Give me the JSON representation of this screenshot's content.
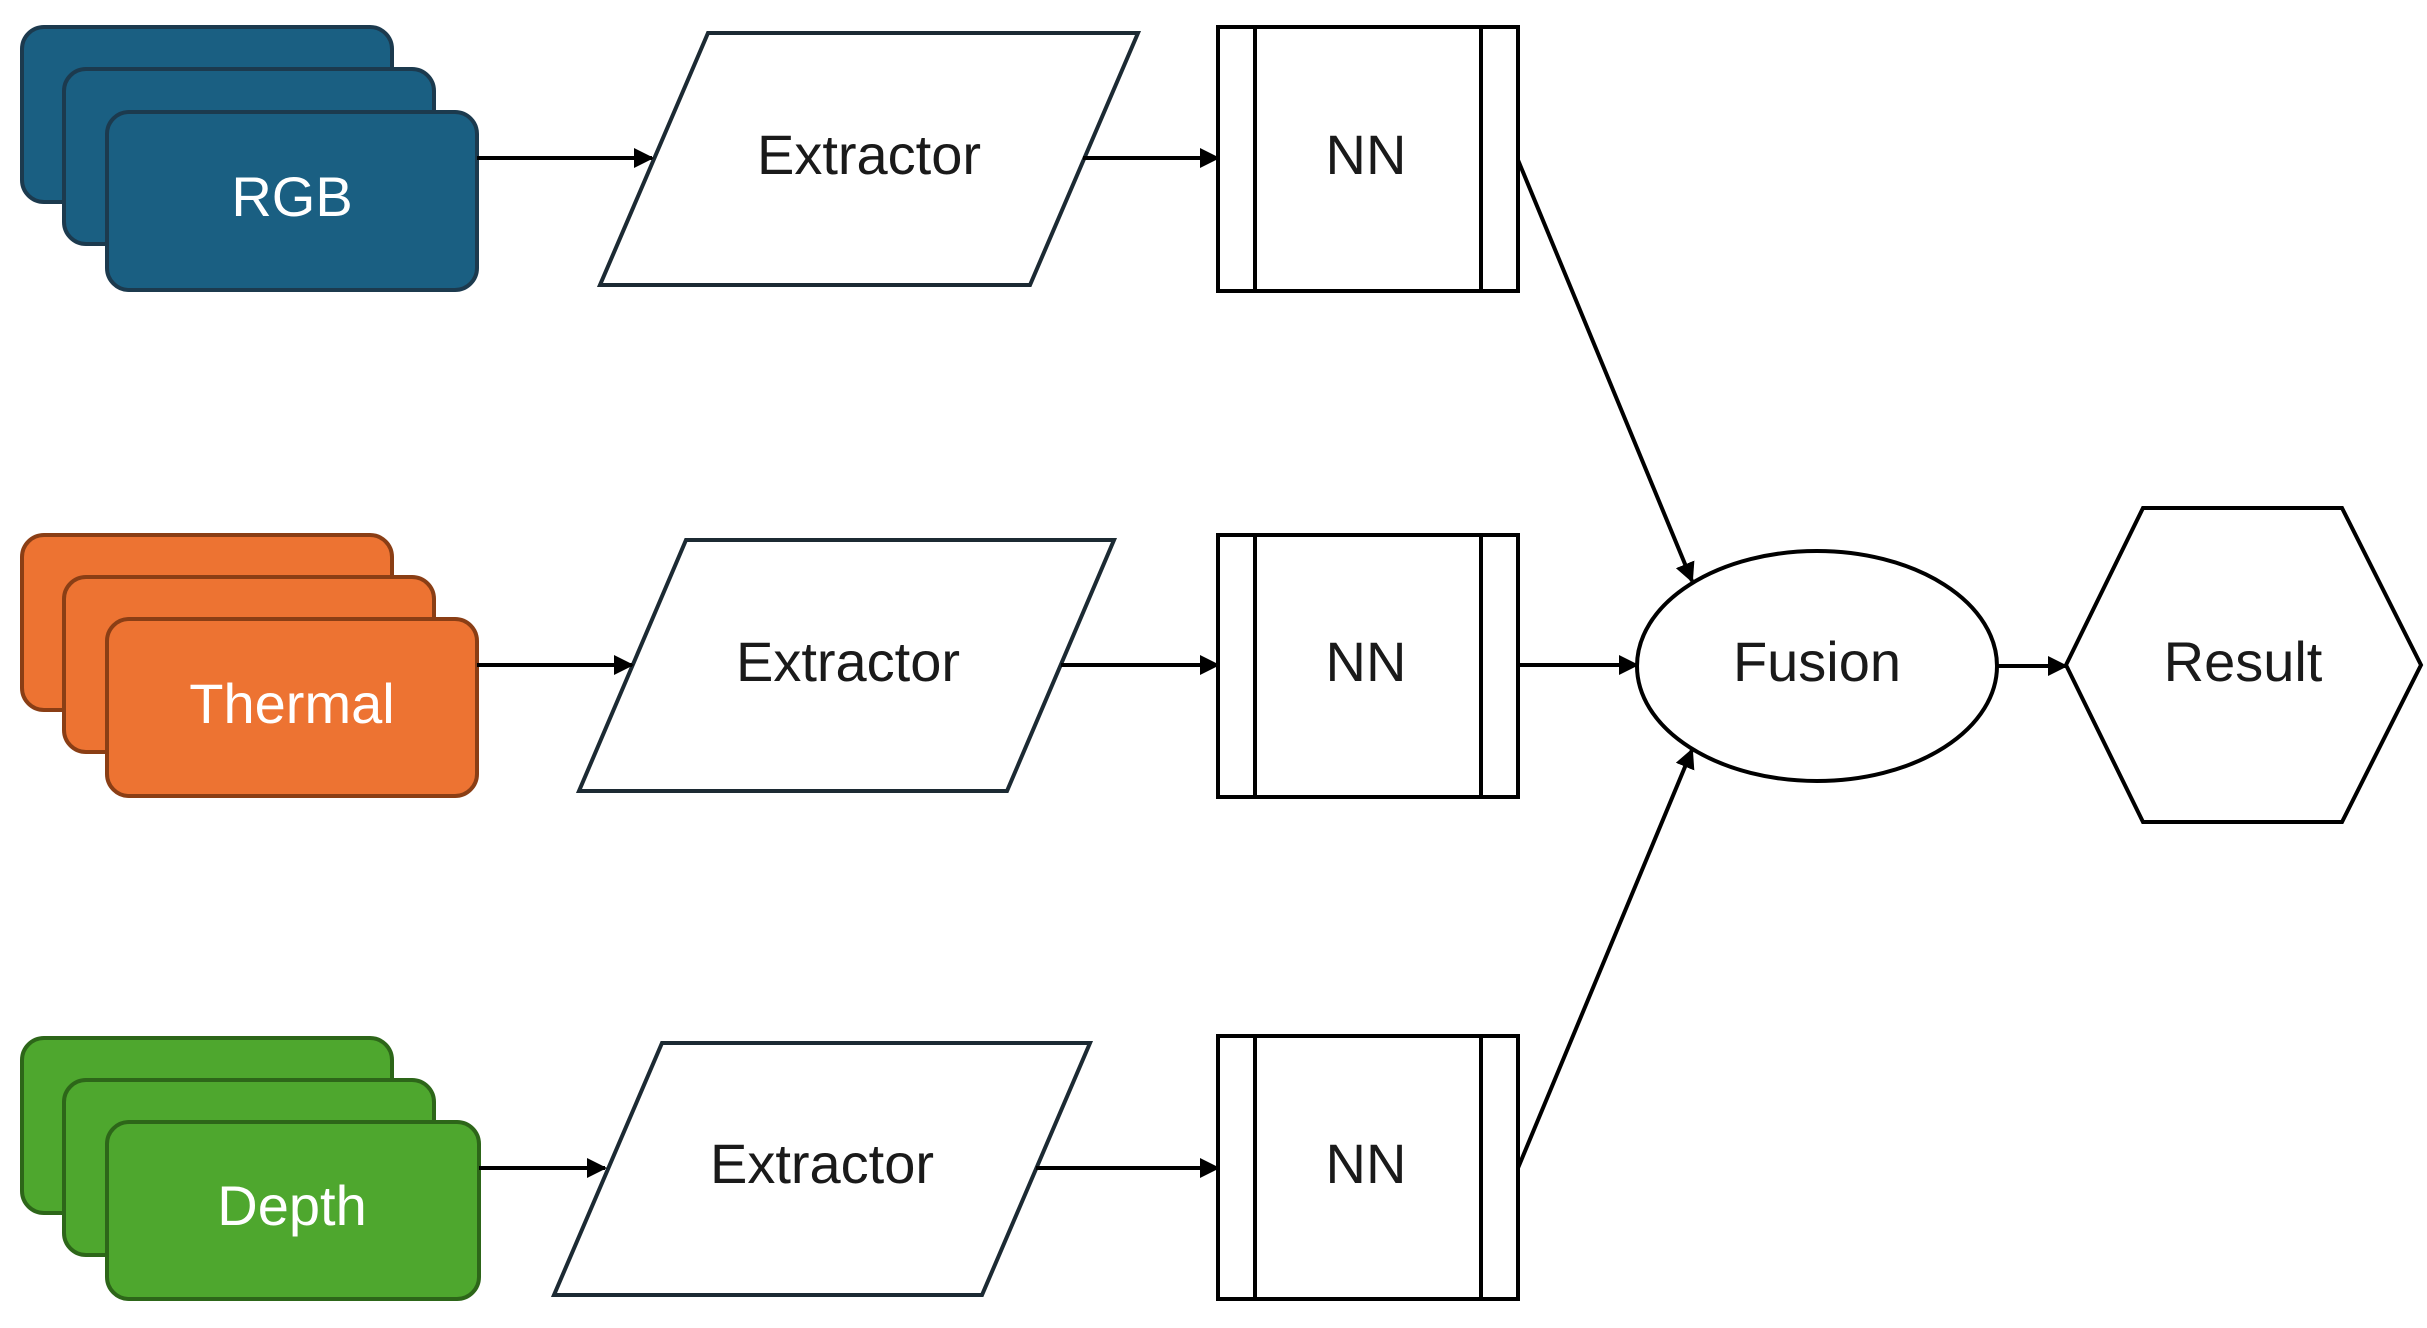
{
  "inputs": [
    {
      "label": "RGB",
      "color": "#1a5f82"
    },
    {
      "label": "Thermal",
      "color": "#ed7332"
    },
    {
      "label": "Depth",
      "color": "#4ea72e"
    }
  ],
  "extractors": [
    {
      "label": "Extractor"
    },
    {
      "label": "Extractor"
    },
    {
      "label": "Extractor"
    }
  ],
  "networks": [
    {
      "label": "NN"
    },
    {
      "label": "NN"
    },
    {
      "label": "NN"
    }
  ],
  "fusion": {
    "label": "Fusion"
  },
  "result": {
    "label": "Result"
  }
}
